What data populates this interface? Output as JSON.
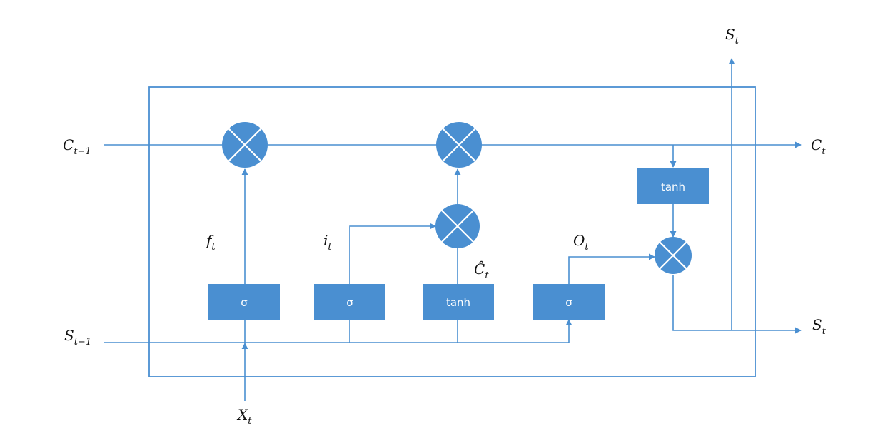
{
  "colors": {
    "accent": "#4a8fd1",
    "box_text": "#ffffff",
    "label_text": "#111111"
  },
  "labels": {
    "c_prev": {
      "base": "C",
      "sub": "t−1"
    },
    "c_out": {
      "base": "C",
      "sub": "t"
    },
    "s_prev": {
      "base": "S",
      "sub": "t−1"
    },
    "s_out": {
      "base": "S",
      "sub": "t"
    },
    "s_top": {
      "base": "S",
      "sub": "t"
    },
    "x_in": {
      "base": "X",
      "sub": "t"
    },
    "f_gate": {
      "base": "f",
      "sub": "t"
    },
    "i_gate": {
      "base": "i",
      "sub": "t"
    },
    "c_hat": {
      "base": "Ĉ",
      "sub": "t"
    },
    "o_gate": {
      "base": "O",
      "sub": "t"
    }
  },
  "boxes": {
    "forget": "σ",
    "input": "σ",
    "candidate": "tanh",
    "output": "σ",
    "cell_tanh": "tanh"
  },
  "operators": {
    "multiply": "multiply-icon"
  }
}
